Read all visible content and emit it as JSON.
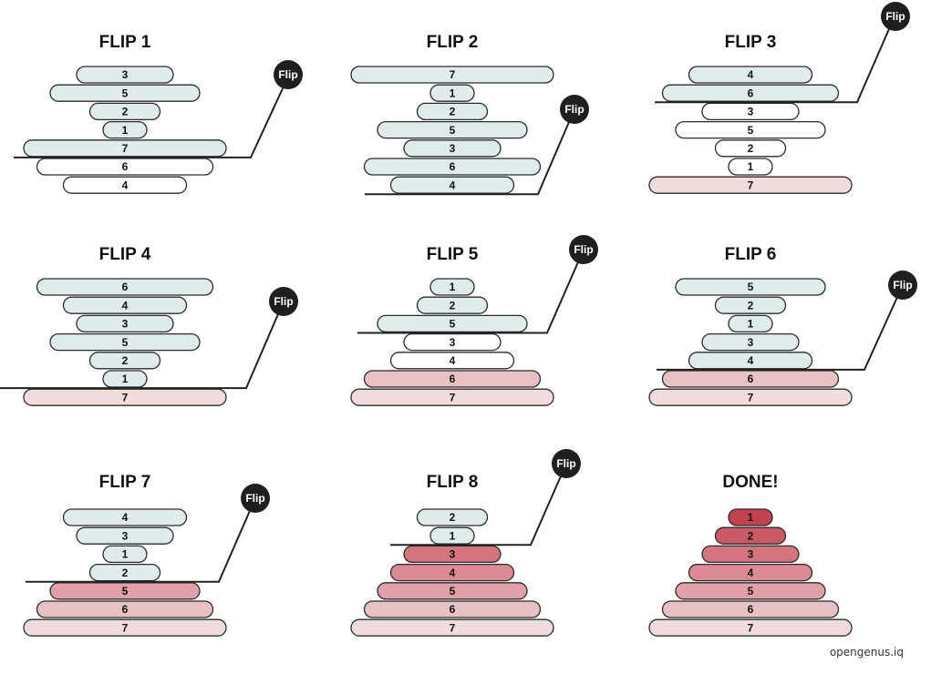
{
  "colors": {
    "unsorted_fill": "#e0eceb",
    "below_fill": "#ffffff",
    "outline": "#2b2b2b",
    "sorted": [
      "#c4414f",
      "#cb5a67",
      "#d4747f",
      "#dc8b94",
      "#e1a0a7",
      "#e8c1c5",
      "#f0dcdd"
    ],
    "line": "#222222",
    "flip_badge_fill": "#1f1f1f",
    "flip_badge_text": "#ffffff"
  },
  "flip_badge_label": "Flip",
  "credit": "opengenus.iq",
  "panels": [
    {
      "title": "FLIP 1",
      "stack": [
        3,
        5,
        2,
        1,
        7,
        6,
        4
      ],
      "flip_below_index": 4,
      "sorted_count": 0
    },
    {
      "title": "FLIP 2",
      "stack": [
        7,
        1,
        2,
        5,
        3,
        6,
        4
      ],
      "flip_below_index": 6,
      "sorted_count": 0
    },
    {
      "title": "FLIP 3",
      "stack": [
        4,
        6,
        3,
        5,
        2,
        1,
        7
      ],
      "flip_below_index": 1,
      "sorted_count": 1
    },
    {
      "title": "FLIP 4",
      "stack": [
        6,
        4,
        3,
        5,
        2,
        1,
        7
      ],
      "flip_below_index": 5,
      "sorted_count": 1
    },
    {
      "title": "FLIP 5",
      "stack": [
        1,
        2,
        5,
        3,
        4,
        6,
        7
      ],
      "flip_below_index": 2,
      "sorted_count": 2
    },
    {
      "title": "FLIP 6",
      "stack": [
        5,
        2,
        1,
        3,
        4,
        6,
        7
      ],
      "flip_below_index": 4,
      "sorted_count": 2
    },
    {
      "title": "FLIP 7",
      "stack": [
        4,
        3,
        1,
        2,
        5,
        6,
        7
      ],
      "flip_below_index": 3,
      "sorted_count": 3
    },
    {
      "title": "FLIP 8",
      "stack": [
        2,
        1,
        3,
        4,
        5,
        6,
        7
      ],
      "flip_below_index": 1,
      "sorted_count": 5
    },
    {
      "title": "DONE!",
      "stack": [
        1,
        2,
        3,
        4,
        5,
        6,
        7
      ],
      "flip_below_index": null,
      "sorted_count": 7
    }
  ]
}
